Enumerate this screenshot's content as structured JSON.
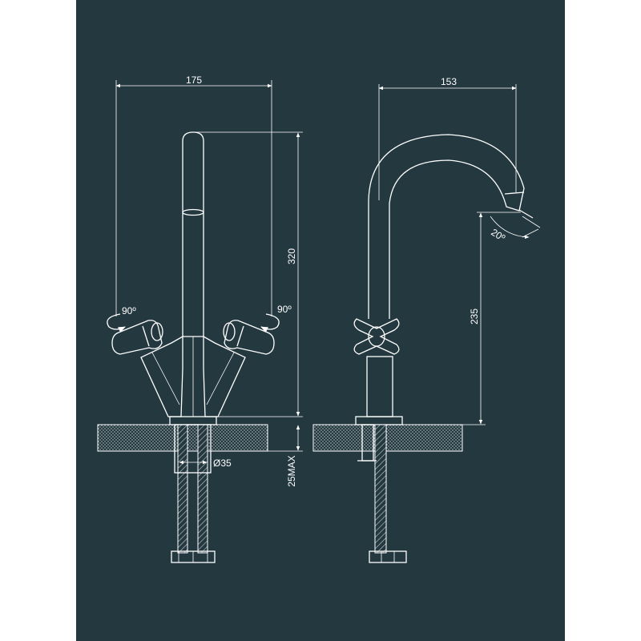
{
  "colors": {
    "background": "#243840",
    "page": "#ffffff",
    "line": "#ffffff"
  },
  "dimensions": {
    "front_width": "175",
    "side_width": "153",
    "height_total": "320",
    "spout_height": "235",
    "rotation_left": "90º",
    "rotation_right": "90º",
    "spout_angle": "20º",
    "pipe_diameter": "Ø35",
    "deck_thickness": "25MAX"
  }
}
